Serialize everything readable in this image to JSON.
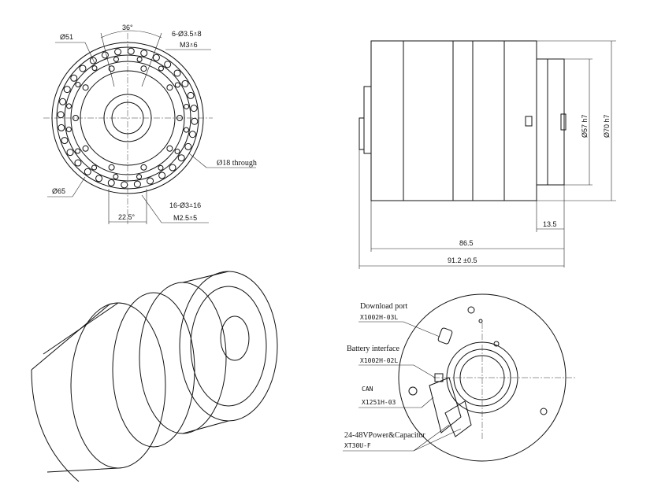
{
  "front_view": {
    "d51": "Ø51",
    "angle36": "36°",
    "holes6": "6-Ø3.5⩡8",
    "m3": "M3⩡6",
    "through": "Ø18 through",
    "d65": "Ø65",
    "holes16": "16-Ø3⩡16",
    "m25": "M2.5⩡5",
    "angle22": "22.5°"
  },
  "side_view": {
    "d57": "Ø57 h7",
    "d70": "Ø70 h7",
    "len13": "13.5",
    "len86": "86.5",
    "len91": "91.2 ±0.5"
  },
  "rear_view": {
    "download_label": "Download port",
    "download_code": "X1002H-03L",
    "battery_label": "Battery interface",
    "battery_code": "X1002H-02L",
    "can_label": "CAN",
    "can_code": "X1251H-03",
    "power_label": "24-48VPower&Capacitor",
    "power_code": "XT30U-F"
  }
}
